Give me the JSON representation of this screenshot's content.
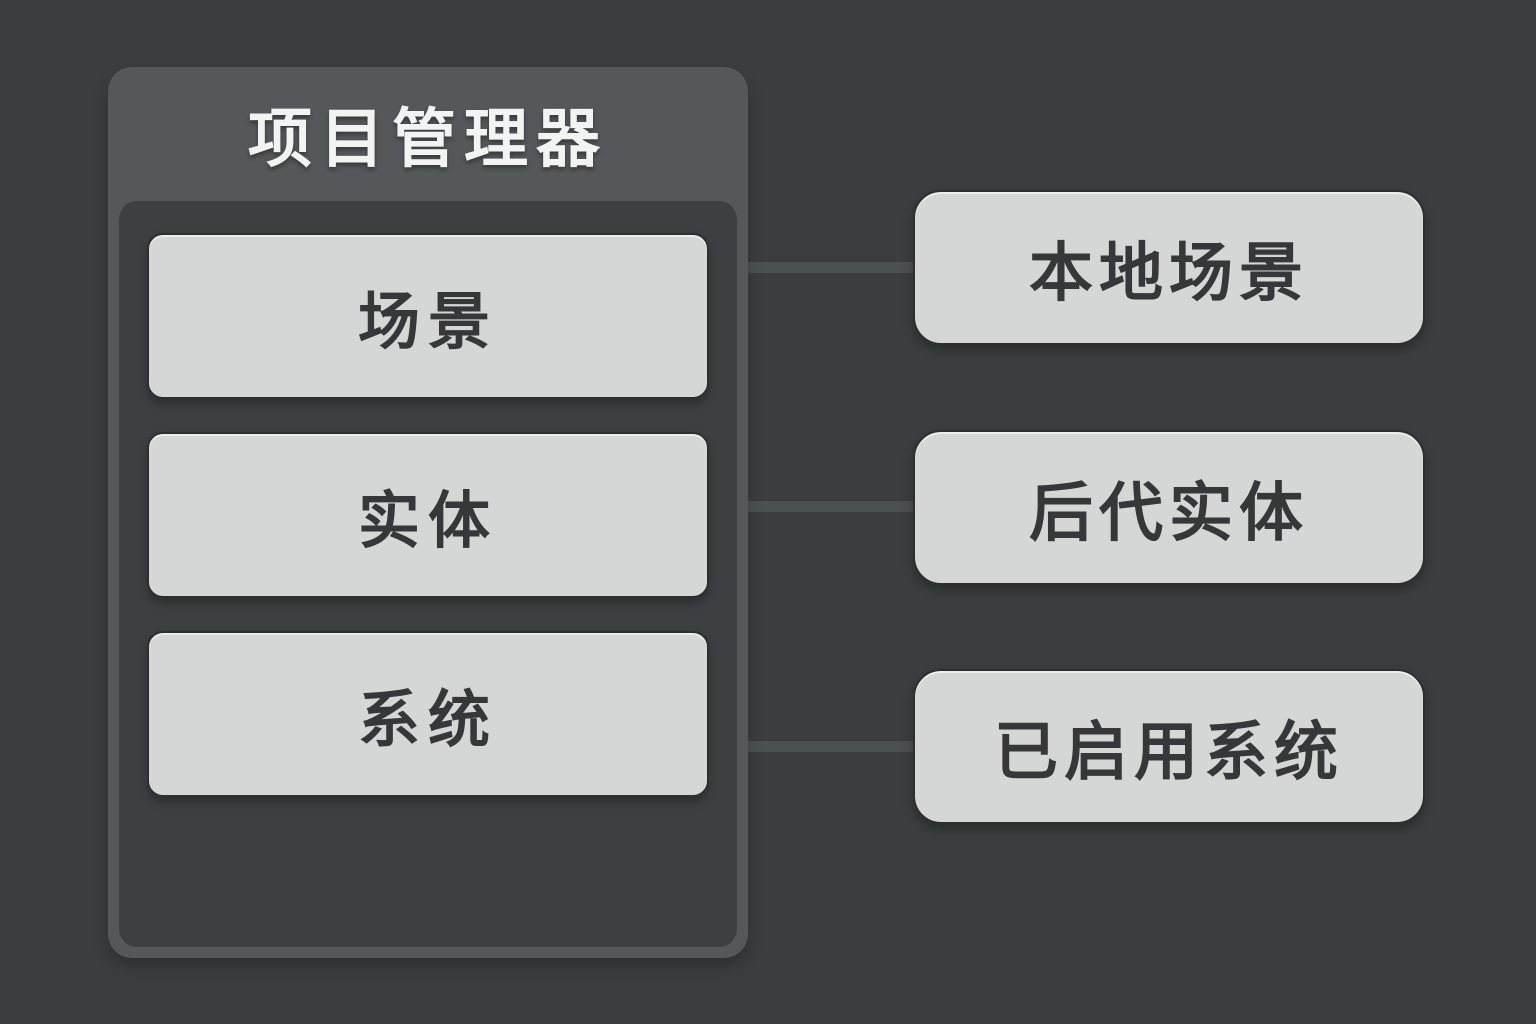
{
  "panel": {
    "title": "项目管理器",
    "buttons": [
      {
        "label": "场景"
      },
      {
        "label": "实体"
      },
      {
        "label": "系统"
      }
    ]
  },
  "nodes": [
    {
      "label": "本地场景"
    },
    {
      "label": "后代实体"
    },
    {
      "label": "已启用系统"
    }
  ],
  "connections": [
    {
      "from": "项目管理器",
      "to": "本地场景"
    },
    {
      "from": "项目管理器",
      "to": "后代实体"
    },
    {
      "from": "项目管理器",
      "to": "已启用系统"
    }
  ],
  "colors": {
    "bg": "#3a3e41",
    "panel": "#54585b",
    "panel-inner": "#3c4043",
    "node-fill": "#d5d7d7",
    "node-text": "#34383b",
    "title-text": "#f2f3f3",
    "connector": "#4b5053"
  }
}
